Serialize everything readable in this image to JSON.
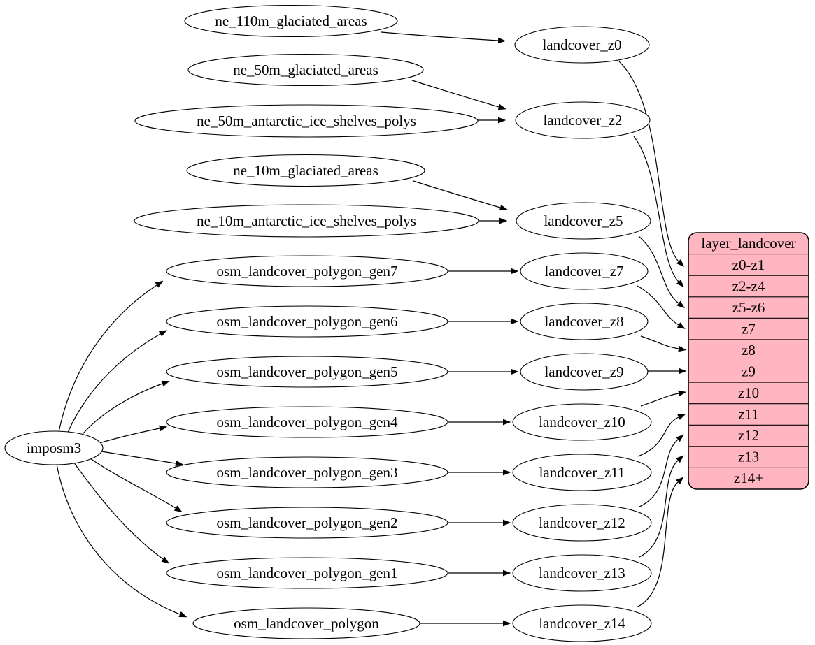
{
  "colors": {
    "background": "#ffffff",
    "node_fill": "#ffffff",
    "stroke": "#000000",
    "record_fill": "#ffb6c1"
  },
  "nodes": {
    "imposm3": "imposm3",
    "ne_110m_glaciated_areas": "ne_110m_glaciated_areas",
    "ne_50m_glaciated_areas": "ne_50m_glaciated_areas",
    "ne_50m_antarctic_ice_shelves_polys": "ne_50m_antarctic_ice_shelves_polys",
    "ne_10m_glaciated_areas": "ne_10m_glaciated_areas",
    "ne_10m_antarctic_ice_shelves_polys": "ne_10m_antarctic_ice_shelves_polys",
    "osm_landcover_polygon_gen7": "osm_landcover_polygon_gen7",
    "osm_landcover_polygon_gen6": "osm_landcover_polygon_gen6",
    "osm_landcover_polygon_gen5": "osm_landcover_polygon_gen5",
    "osm_landcover_polygon_gen4": "osm_landcover_polygon_gen4",
    "osm_landcover_polygon_gen3": "osm_landcover_polygon_gen3",
    "osm_landcover_polygon_gen2": "osm_landcover_polygon_gen2",
    "osm_landcover_polygon_gen1": "osm_landcover_polygon_gen1",
    "osm_landcover_polygon": "osm_landcover_polygon",
    "landcover_z0": "landcover_z0",
    "landcover_z2": "landcover_z2",
    "landcover_z5": "landcover_z5",
    "landcover_z7": "landcover_z7",
    "landcover_z8": "landcover_z8",
    "landcover_z9": "landcover_z9",
    "landcover_z10": "landcover_z10",
    "landcover_z11": "landcover_z11",
    "landcover_z12": "landcover_z12",
    "landcover_z13": "landcover_z13",
    "landcover_z14": "landcover_z14"
  },
  "record": {
    "title": "layer_landcover",
    "rows": [
      "z0-z1",
      "z2-z4",
      "z5-z6",
      "z7",
      "z8",
      "z9",
      "z10",
      "z11",
      "z12",
      "z13",
      "z14+"
    ]
  },
  "edges": [
    {
      "from": "imposm3",
      "to": "osm_landcover_polygon_gen7"
    },
    {
      "from": "imposm3",
      "to": "osm_landcover_polygon_gen6"
    },
    {
      "from": "imposm3",
      "to": "osm_landcover_polygon_gen5"
    },
    {
      "from": "imposm3",
      "to": "osm_landcover_polygon_gen4"
    },
    {
      "from": "imposm3",
      "to": "osm_landcover_polygon_gen3"
    },
    {
      "from": "imposm3",
      "to": "osm_landcover_polygon_gen2"
    },
    {
      "from": "imposm3",
      "to": "osm_landcover_polygon_gen1"
    },
    {
      "from": "imposm3",
      "to": "osm_landcover_polygon"
    },
    {
      "from": "ne_110m_glaciated_areas",
      "to": "landcover_z0"
    },
    {
      "from": "ne_50m_glaciated_areas",
      "to": "landcover_z2"
    },
    {
      "from": "ne_50m_antarctic_ice_shelves_polys",
      "to": "landcover_z2"
    },
    {
      "from": "ne_10m_glaciated_areas",
      "to": "landcover_z5"
    },
    {
      "from": "ne_10m_antarctic_ice_shelves_polys",
      "to": "landcover_z5"
    },
    {
      "from": "osm_landcover_polygon_gen7",
      "to": "landcover_z7"
    },
    {
      "from": "osm_landcover_polygon_gen6",
      "to": "landcover_z8"
    },
    {
      "from": "osm_landcover_polygon_gen5",
      "to": "landcover_z9"
    },
    {
      "from": "osm_landcover_polygon_gen4",
      "to": "landcover_z10"
    },
    {
      "from": "osm_landcover_polygon_gen3",
      "to": "landcover_z11"
    },
    {
      "from": "osm_landcover_polygon_gen2",
      "to": "landcover_z12"
    },
    {
      "from": "osm_landcover_polygon_gen1",
      "to": "landcover_z13"
    },
    {
      "from": "osm_landcover_polygon",
      "to": "landcover_z14"
    },
    {
      "from": "landcover_z0",
      "to": "layer_landcover:z0-z1"
    },
    {
      "from": "landcover_z2",
      "to": "layer_landcover:z2-z4"
    },
    {
      "from": "landcover_z5",
      "to": "layer_landcover:z5-z6"
    },
    {
      "from": "landcover_z7",
      "to": "layer_landcover:z7"
    },
    {
      "from": "landcover_z8",
      "to": "layer_landcover:z8"
    },
    {
      "from": "landcover_z9",
      "to": "layer_landcover:z9"
    },
    {
      "from": "landcover_z10",
      "to": "layer_landcover:z10"
    },
    {
      "from": "landcover_z11",
      "to": "layer_landcover:z11"
    },
    {
      "from": "landcover_z12",
      "to": "layer_landcover:z12"
    },
    {
      "from": "landcover_z13",
      "to": "layer_landcover:z13"
    },
    {
      "from": "landcover_z14",
      "to": "layer_landcover:z14+"
    }
  ]
}
